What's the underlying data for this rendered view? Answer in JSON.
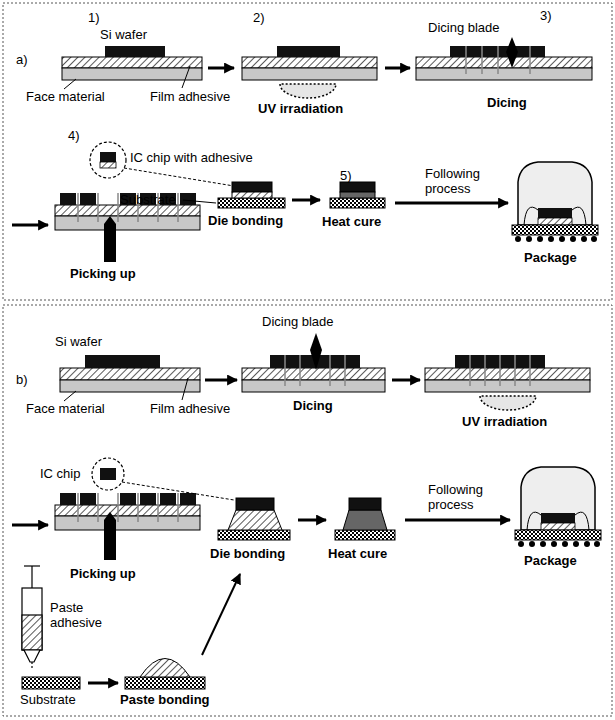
{
  "diagram": {
    "labels": [
      "a)",
      "1)",
      "Si wafer",
      "2)",
      "3)",
      "Dicing blade",
      "Face material",
      "Film adhesive",
      "UV irradiation",
      "Dicing",
      "4)",
      "IC chip with adhesive",
      "Substrate",
      "Die bonding",
      "5)",
      "Heat cure",
      "Following process",
      "Picking up",
      "Package",
      "Si wafer",
      "Dicing blade",
      "b)",
      "Face material",
      "Film adhesive",
      "Dicing",
      "UV irradiation",
      "IC chip",
      "Following process",
      "Picking up",
      "Die bonding",
      "Heat cure",
      "Package",
      "Paste adhesive",
      "Substrate",
      "Paste bonding"
    ]
  }
}
